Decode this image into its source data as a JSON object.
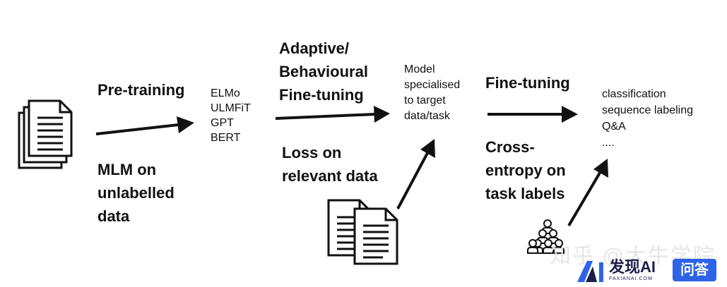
{
  "stages": {
    "pretraining": {
      "title": "Pre-training",
      "method": [
        "MLM on",
        "unlabelled",
        "data"
      ]
    },
    "models": [
      "ELMo",
      "ULMFiT",
      "GPT",
      "BERT"
    ],
    "adaptive": {
      "title": [
        "Adaptive/",
        "Behavioural",
        "Fine-tuning"
      ],
      "method": [
        "Loss on",
        "relevant data"
      ]
    },
    "specialised": [
      "Model",
      "specialised",
      "to target",
      "data/task"
    ],
    "finetuning": {
      "title": "Fine-tuning",
      "method": [
        "Cross-",
        "entropy on",
        "task labels"
      ]
    },
    "tasks": [
      "classification",
      "sequence labeling",
      "Q&A",
      "...."
    ]
  },
  "icons": {
    "corpus": "document-stack-icon",
    "relevant_data": "documents-pair-icon",
    "annotators": "people-group-icon"
  },
  "watermark": {
    "zhihu": "知乎 @大牛学院",
    "brand": "发现AI",
    "brand_sub": "FAXIANAI.COM",
    "badge": "问答"
  },
  "colors": {
    "ink": "#111111",
    "badge": "#2c63e8",
    "brand": "#1c1f4a"
  }
}
